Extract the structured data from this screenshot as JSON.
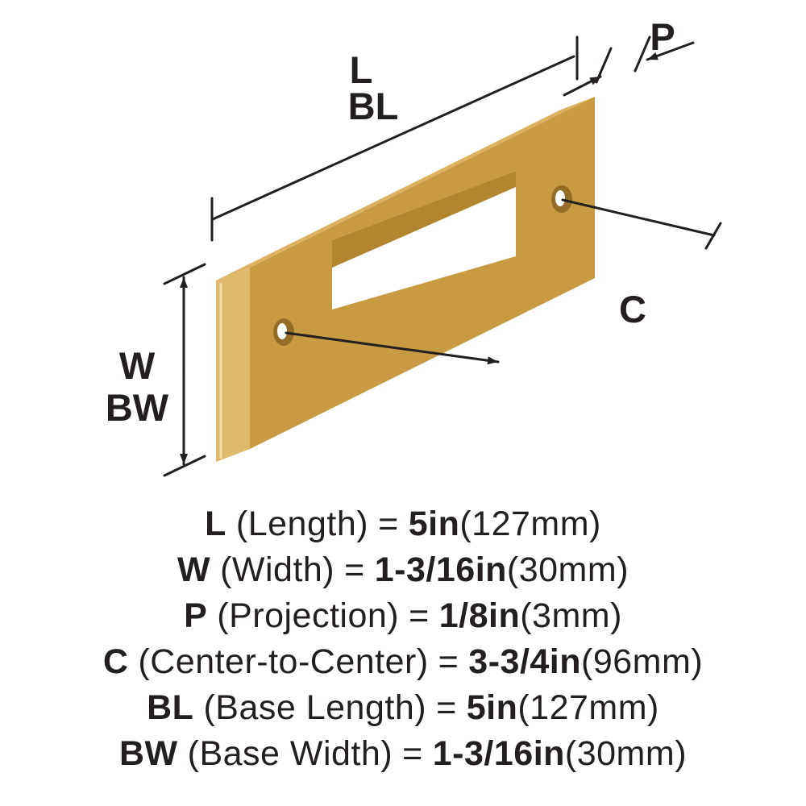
{
  "diagram": {
    "line_color": "#231f20",
    "plate": {
      "face_color": "#c89a41",
      "side_color": "#e0ba6c",
      "top_color": "#dcb261",
      "inner_color": "#b1862f",
      "hole_color": "#936d26",
      "highlight_color": "#f0dca4"
    },
    "labels": {
      "length": "L",
      "base_length": "BL",
      "projection": "P",
      "width": "W",
      "base_width": "BW",
      "center": "C"
    }
  },
  "specs": [
    {
      "code": "L",
      "name": "(Length)",
      "eq": "=",
      "value": "5in",
      "metric": "(127mm)"
    },
    {
      "code": "W",
      "name": "(Width)",
      "eq": "=",
      "value": "1-3/16in",
      "metric": "(30mm)"
    },
    {
      "code": "P",
      "name": "(Projection)",
      "eq": "=",
      "value": "1/8in",
      "metric": "(3mm)"
    },
    {
      "code": "C",
      "name": "(Center-to-Center)",
      "eq": "=",
      "value": "3-3/4in",
      "metric": "(96mm)"
    },
    {
      "code": "BL",
      "name": "(Base Length)",
      "eq": "=",
      "value": "5in",
      "metric": "(127mm)"
    },
    {
      "code": "BW",
      "name": "(Base Width)",
      "eq": "=",
      "value": "1-3/16in",
      "metric": "(30mm)"
    }
  ]
}
